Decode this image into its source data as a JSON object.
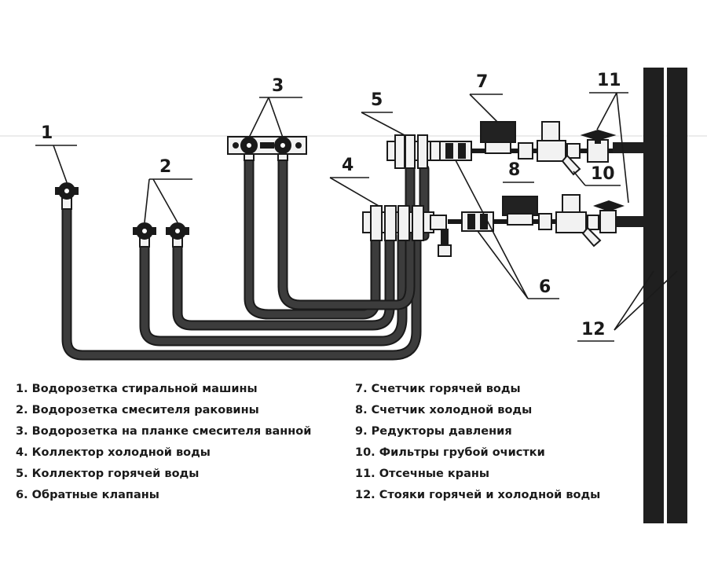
{
  "callouts": {
    "c1": "1",
    "c2": "2",
    "c3": "3",
    "c4": "4",
    "c5": "5",
    "c6": "6",
    "c7": "7",
    "c8": "8",
    "c10": "10",
    "c11": "11",
    "c12": "12"
  },
  "legend": {
    "left": [
      "1. Водорозетка стиральной машины",
      "2. Водорозетка смесителя раковины",
      "3. Водорозетка на планке смесителя ванной",
      "4. Коллектор холодной воды",
      "5. Коллектор горячей воды",
      "6. Обратные клапаны"
    ],
    "right": [
      "7. Счетчик горячей воды",
      "8. Счетчик холодной воды",
      "9. Редукторы давления",
      "10. Фильтры грубой очистки",
      "11. Отсечные краны",
      "12. Стояки горячей и холодной воды"
    ]
  },
  "colors": {
    "pipe": "#2e2e2e",
    "riser": "#1f1f1f",
    "line": "#1a1a1a",
    "part": "#f2f2f2",
    "meter": "#222222"
  }
}
